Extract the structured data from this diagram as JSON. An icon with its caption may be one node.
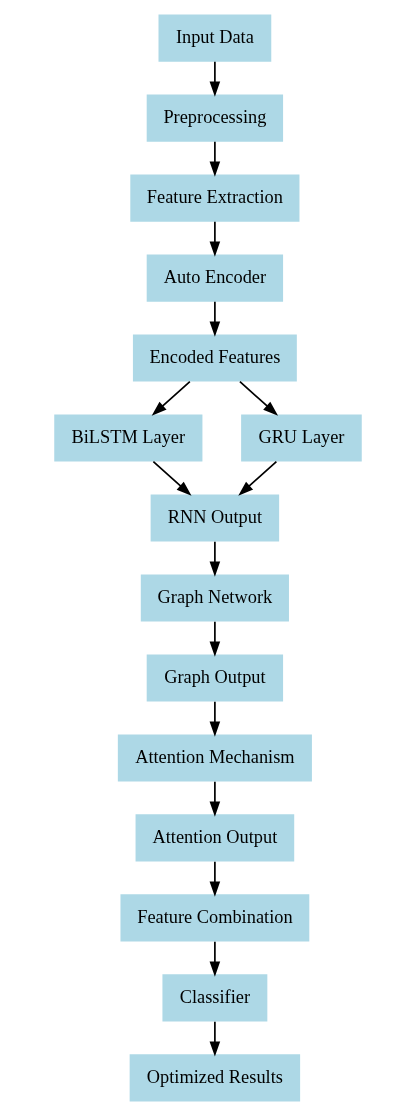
{
  "diagram": {
    "nodes": [
      {
        "text": [
          "Input Data"
        ]
      },
      {
        "text": [
          "Preprocessing"
        ]
      },
      {
        "text": [
          "Feature Extraction"
        ]
      },
      {
        "text": [
          "Auto Encoder"
        ]
      },
      {
        "text": [
          "Encoded Features"
        ]
      },
      {
        "text": [
          "BiLSTM Layer"
        ]
      },
      {
        "text": [
          "GRU Layer"
        ]
      },
      {
        "text": [
          "RNN Output"
        ]
      },
      {
        "text": [
          "Graph Network"
        ]
      },
      {
        "text": [
          "Graph Output"
        ]
      },
      {
        "text": [
          "Attention Mechanism"
        ]
      },
      {
        "text": [
          "Attention Output"
        ]
      },
      {
        "text": [
          "Feature Combination"
        ]
      },
      {
        "text": [
          "Classifier"
        ]
      },
      {
        "text": [
          "Optimized Results"
        ]
      }
    ],
    "edges": [
      {
        "from": 0,
        "to": 1,
        "arrow": "to"
      },
      {
        "from": 1,
        "to": 2,
        "arrow": "to"
      },
      {
        "from": 2,
        "to": 3,
        "arrow": "to"
      },
      {
        "from": 3,
        "to": 4,
        "arrow": "to"
      },
      {
        "from": 4,
        "to": 5,
        "arrow": "to"
      },
      {
        "from": 4,
        "to": 6,
        "arrow": "to"
      },
      {
        "from": 5,
        "to": 7,
        "arrow": "to"
      },
      {
        "from": 6,
        "to": 7,
        "arrow": "to"
      },
      {
        "from": 7,
        "to": 8,
        "arrow": "to"
      },
      {
        "from": 8,
        "to": 9,
        "arrow": "to"
      },
      {
        "from": 9,
        "to": 10,
        "arrow": "to"
      },
      {
        "from": 10,
        "to": 11,
        "arrow": "to"
      },
      {
        "from": 11,
        "to": 12,
        "arrow": "to"
      },
      {
        "from": 12,
        "to": 13,
        "arrow": "to"
      },
      {
        "from": 13,
        "to": 14,
        "arrow": "to"
      }
    ]
  }
}
